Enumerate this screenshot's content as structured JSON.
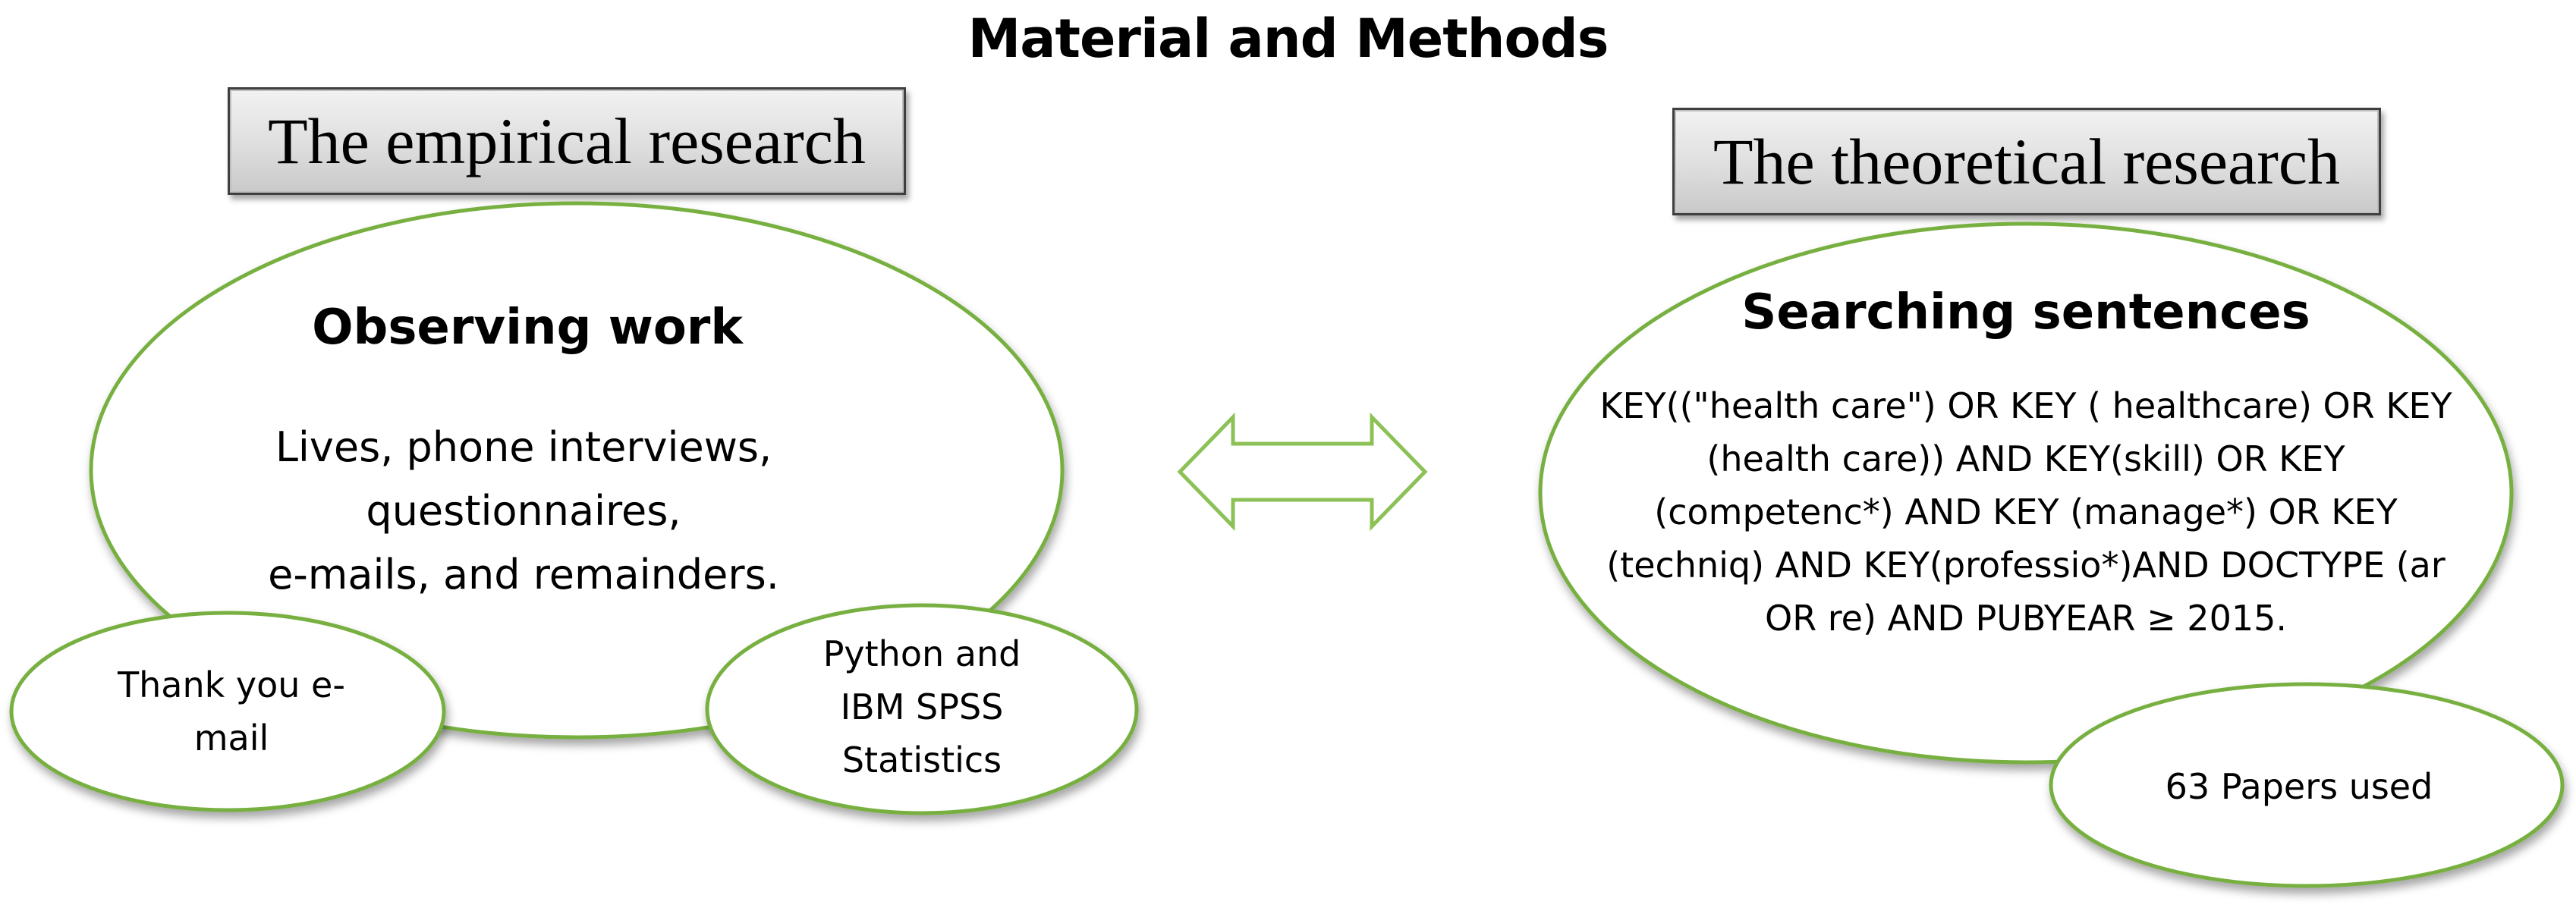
{
  "title": "Material and Methods",
  "empirical": {
    "heading": "The empirical research",
    "main_bubble": {
      "title": "Observing work",
      "body_lines": [
        "Lives, phone interviews, questionnaires,",
        "e-mails, and remainders."
      ]
    },
    "left_bubble": {
      "lines": [
        "Thank you e-",
        "mail"
      ]
    },
    "right_bubble": {
      "lines": [
        "Python and",
        "IBM SPSS",
        "Statistics"
      ]
    }
  },
  "theoretical": {
    "heading": "The theoretical research",
    "main_bubble": {
      "title": "Searching sentences",
      "body_lines": [
        "KEY((\"health care\") OR KEY ( healthcare) OR KEY",
        "(health care)) AND KEY(skill) OR KEY",
        "(competenc*) AND KEY (manage*) OR KEY",
        "(techniq) AND KEY(professio*)AND DOCTYPE (ar",
        "OR re) AND PUBYEAR ≥ 2015."
      ]
    },
    "small_bubble": {
      "text": "63 Papers used"
    }
  },
  "colors": {
    "outline_green": "#77b041",
    "arrow_green": "#8cc157",
    "box_border": "#3f3f3f"
  },
  "icons": {
    "connector": "double-headed-arrow-icon"
  }
}
